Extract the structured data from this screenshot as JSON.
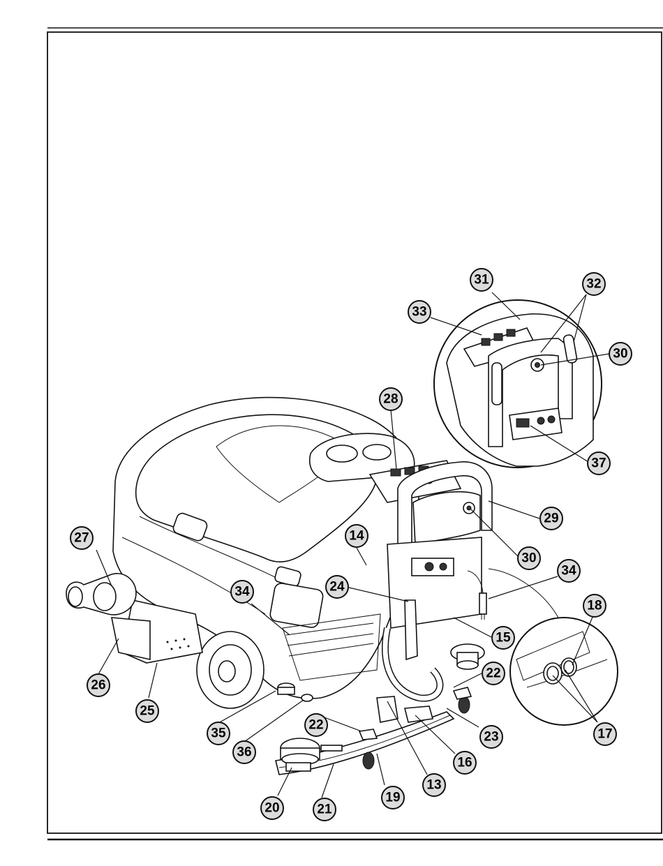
{
  "callouts": [
    {
      "id": "c31",
      "label": "31"
    },
    {
      "id": "c32",
      "label": "32"
    },
    {
      "id": "c33",
      "label": "33"
    },
    {
      "id": "c30a",
      "label": "30"
    },
    {
      "id": "c37",
      "label": "37"
    },
    {
      "id": "c28",
      "label": "28"
    },
    {
      "id": "c29",
      "label": "29"
    },
    {
      "id": "c30b",
      "label": "30"
    },
    {
      "id": "c14",
      "label": "14"
    },
    {
      "id": "c34a",
      "label": "34"
    },
    {
      "id": "c27",
      "label": "27"
    },
    {
      "id": "c24",
      "label": "24"
    },
    {
      "id": "c34b",
      "label": "34"
    },
    {
      "id": "c18",
      "label": "18"
    },
    {
      "id": "c15",
      "label": "15"
    },
    {
      "id": "c22a",
      "label": "22"
    },
    {
      "id": "c26",
      "label": "26"
    },
    {
      "id": "c25",
      "label": "25"
    },
    {
      "id": "c35",
      "label": "35"
    },
    {
      "id": "c22b",
      "label": "22"
    },
    {
      "id": "c23",
      "label": "23"
    },
    {
      "id": "c17",
      "label": "17"
    },
    {
      "id": "c36",
      "label": "36"
    },
    {
      "id": "c16",
      "label": "16"
    },
    {
      "id": "c13",
      "label": "13"
    },
    {
      "id": "c20",
      "label": "20"
    },
    {
      "id": "c21",
      "label": "21"
    },
    {
      "id": "c19",
      "label": "19"
    }
  ]
}
